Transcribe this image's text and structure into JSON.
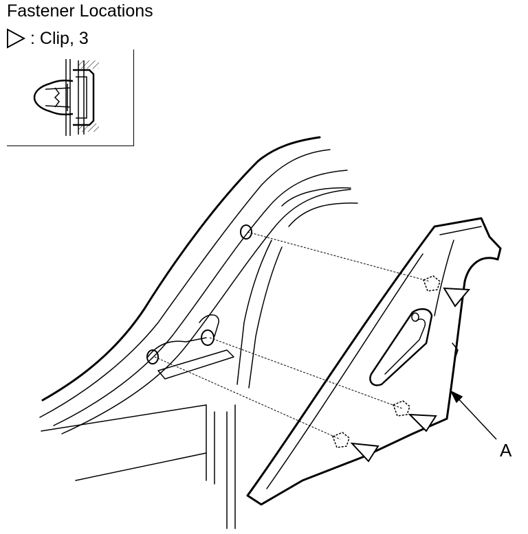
{
  "header": {
    "title": "Fastener Locations"
  },
  "legend": {
    "symbol_icon": "triangle-outline-icon",
    "label": ": Clip, 3"
  },
  "callouts": {
    "part_a": "A"
  }
}
